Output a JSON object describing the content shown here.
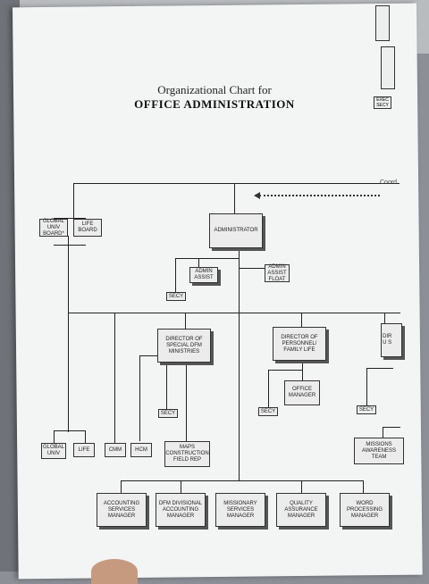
{
  "page": {
    "title_line1": "Organizational Chart for",
    "title_line2": "OFFICE ADMINISTRATION"
  },
  "chart": {
    "coord_label": "Coord",
    "boxes": {
      "global_univ_board": "GLOBAL\nUNIV\nBOARD*",
      "life_board": "LIFE\nBOARD",
      "administrator": "ADMINISTRATOR",
      "admin_assist": "ADMIN\nASSIST",
      "admin_assist_float": "ADMIN\nASSIST\nFLOAT",
      "secy_admin": "SECY",
      "director_special": "DIRECTOR OF\nSPECIAL DFM\nMINISTRIES",
      "director_personnel": "DIRECTOR OF\nPERSONNEL/\nFAMILY LIFE",
      "director_us_partial": "DIR\nU S",
      "office_manager": "OFFICE\nMANAGER",
      "secy_special": "SECY",
      "secy_personnel": "SECY",
      "secy_us": "SECY",
      "global_univ": "GLOBAL\nUNIV",
      "life": "LIFE",
      "cmm": "CMM",
      "hcm": "HCM",
      "maps_construction": "MAPS\nCONSTRUCTION\nFIELD REP",
      "missions_awareness": "MISSIONS\nAWARENESS\nTEAM",
      "accounting_services": "ACCOUNTING\nSERVICES\nMANAGER",
      "dfm_divisional": "DFM DIVISIONAL\nACCOUNTING\nMANAGER",
      "missionary_services": "MISSIONARY\nSERVICES\nMANAGER",
      "quality_assurance": "QUALITY\nASSURANCE\nMANAGER",
      "word_processing": "WORD\nPROCESSING\nMANAGER",
      "exec_secy": "EXEC\nSECY"
    }
  }
}
